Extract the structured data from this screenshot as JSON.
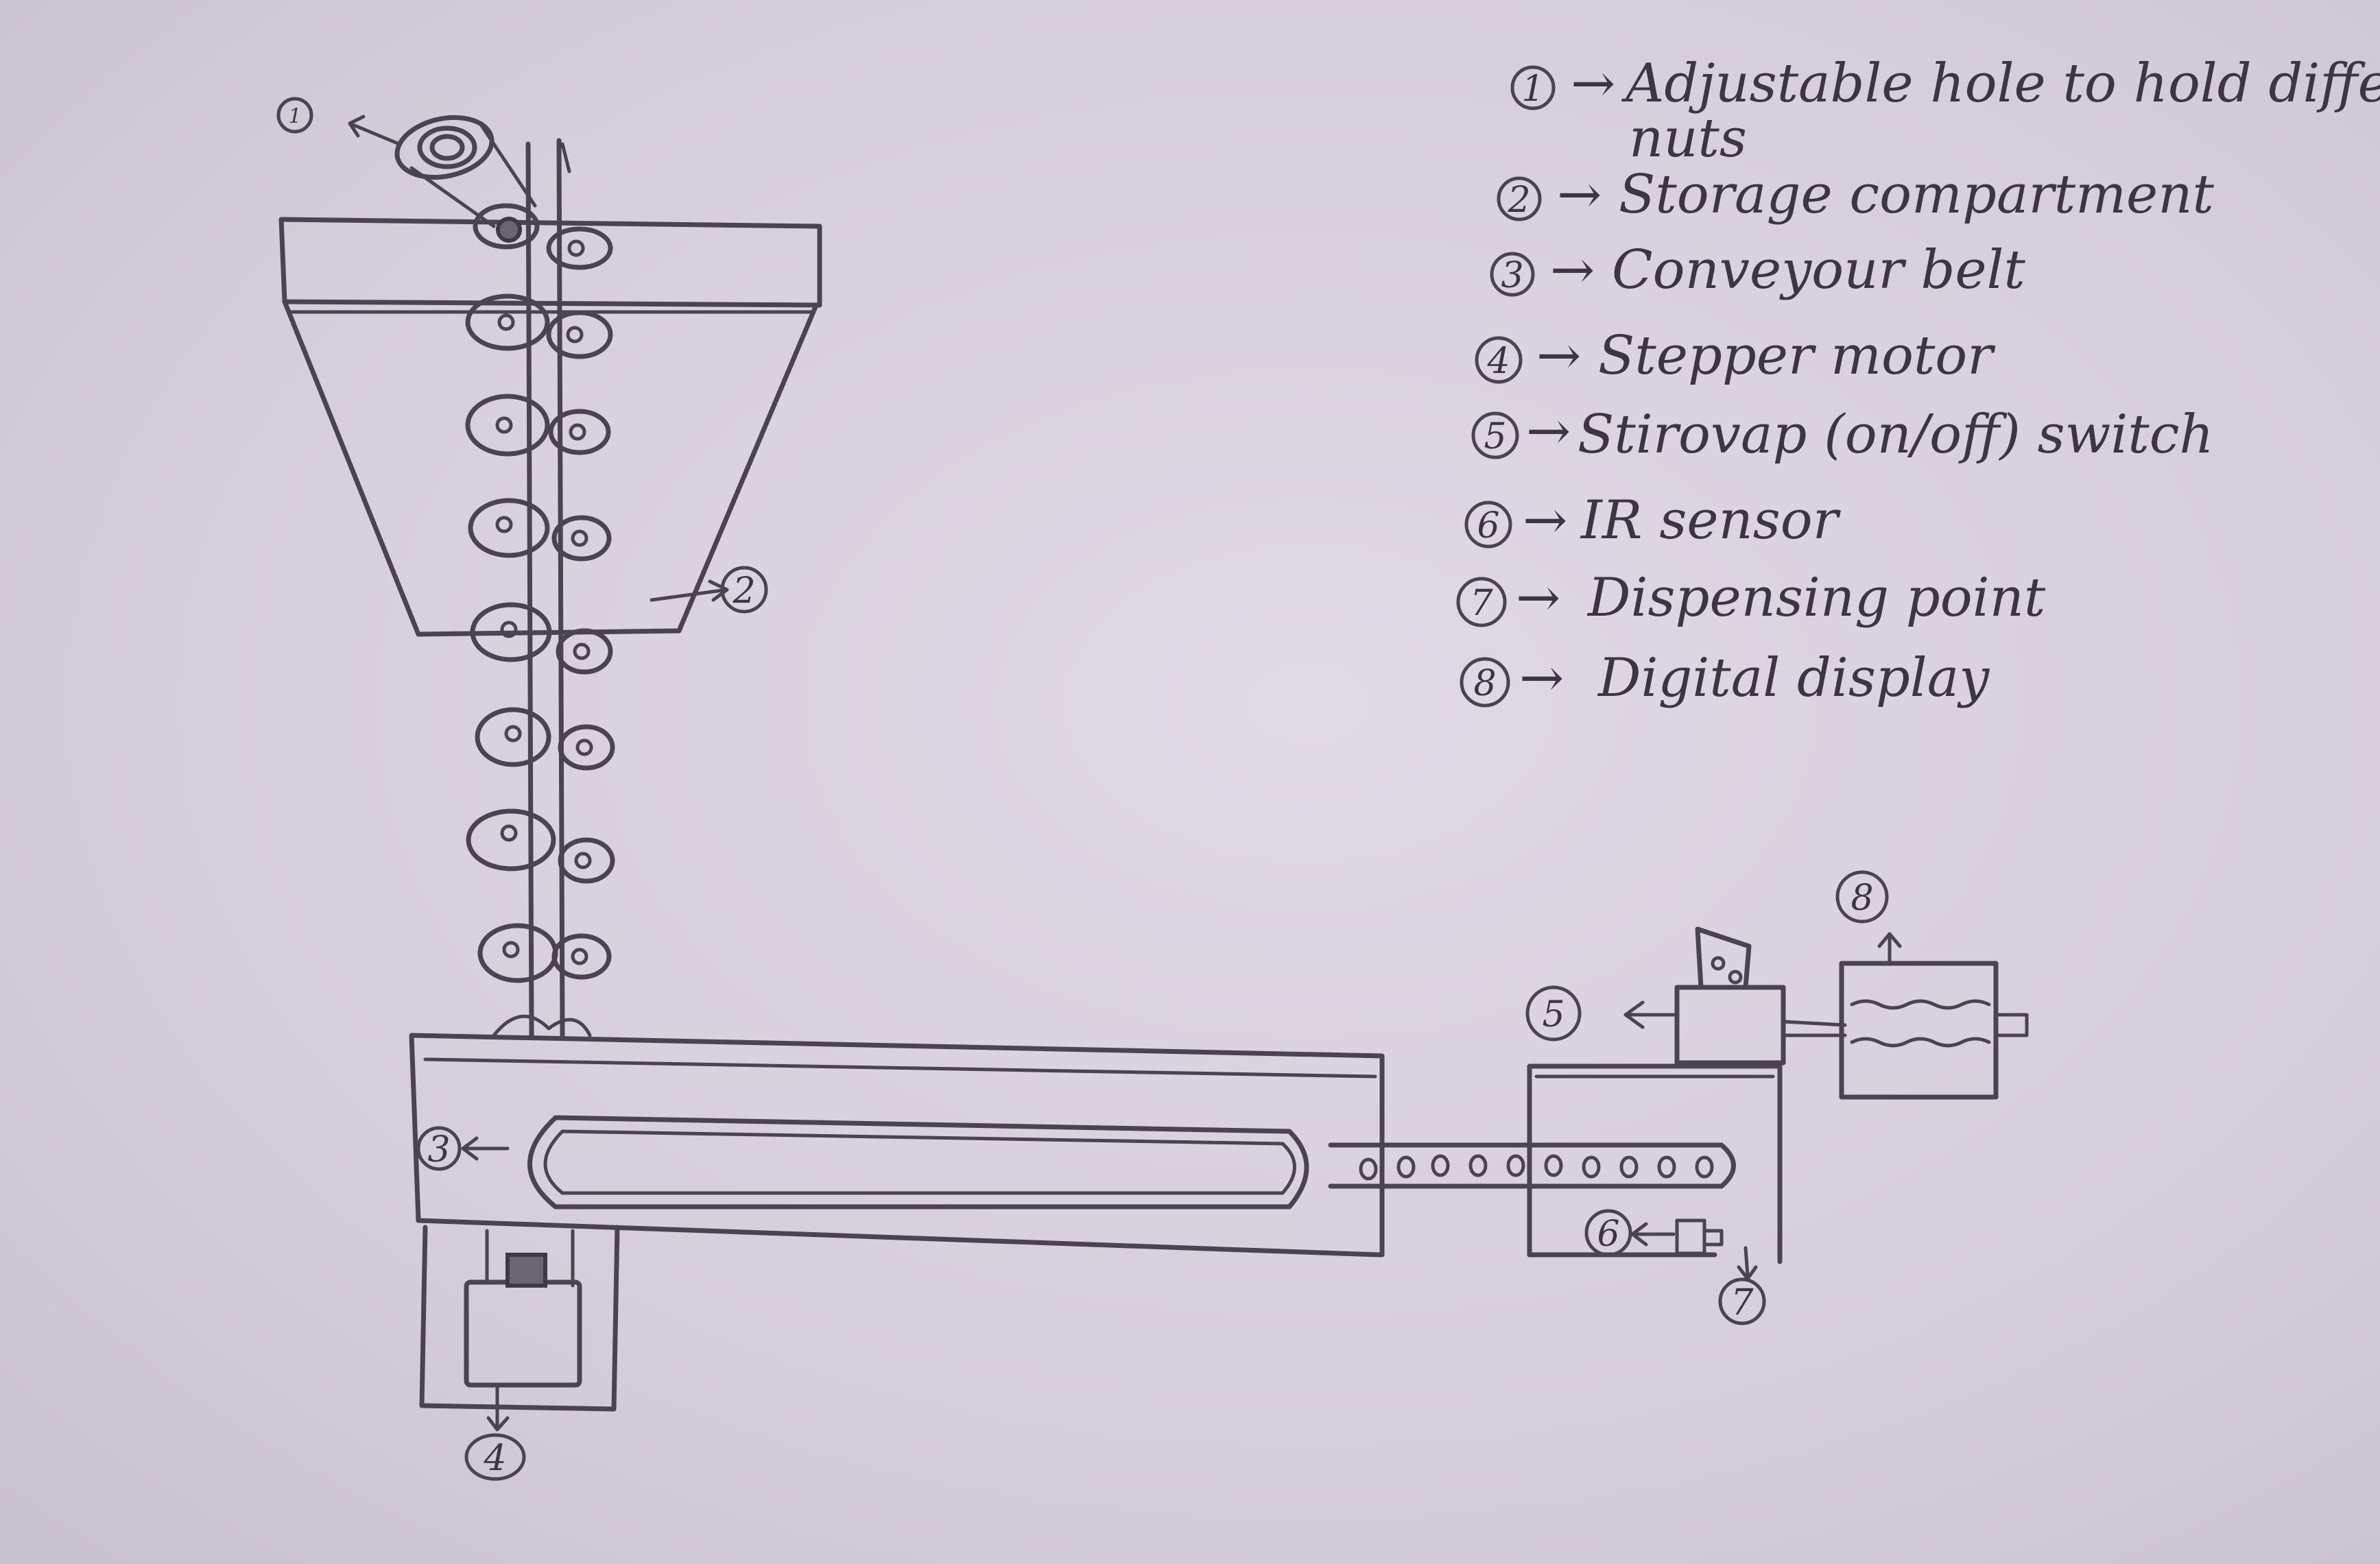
{
  "legend": [
    {
      "num": "1",
      "text": "Adjustable hole to hold different",
      "text2": "nuts"
    },
    {
      "num": "2",
      "text": "Storage compartment"
    },
    {
      "num": "3",
      "text": "Conveyour belt"
    },
    {
      "num": "4",
      "text": "Stepper motor"
    },
    {
      "num": "5",
      "text": "Stirovap (on/off) switch"
    },
    {
      "num": "6",
      "text": "IR sensor"
    },
    {
      "num": "7",
      "text": "Dispensing point"
    },
    {
      "num": "8",
      "text": "Digital display"
    }
  ],
  "callouts": {
    "c1": "1",
    "c2": "2",
    "c3": "3",
    "c4": "4",
    "c5": "5",
    "c6": "6",
    "c7": "7",
    "c8": "8"
  },
  "colors": {
    "paper": "#d6d0dc",
    "pencil": "#4a4452"
  }
}
